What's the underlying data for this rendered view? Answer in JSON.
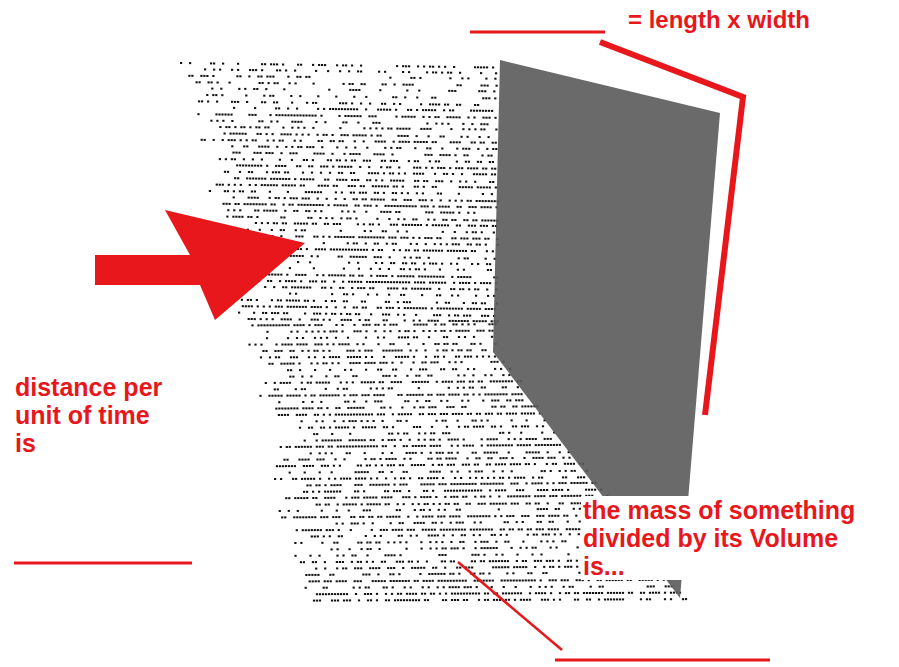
{
  "diagram": {
    "labels": [
      "= length x width",
      "distance per unit of time is",
      "the mass of something divided by its Volume is..."
    ]
  }
}
